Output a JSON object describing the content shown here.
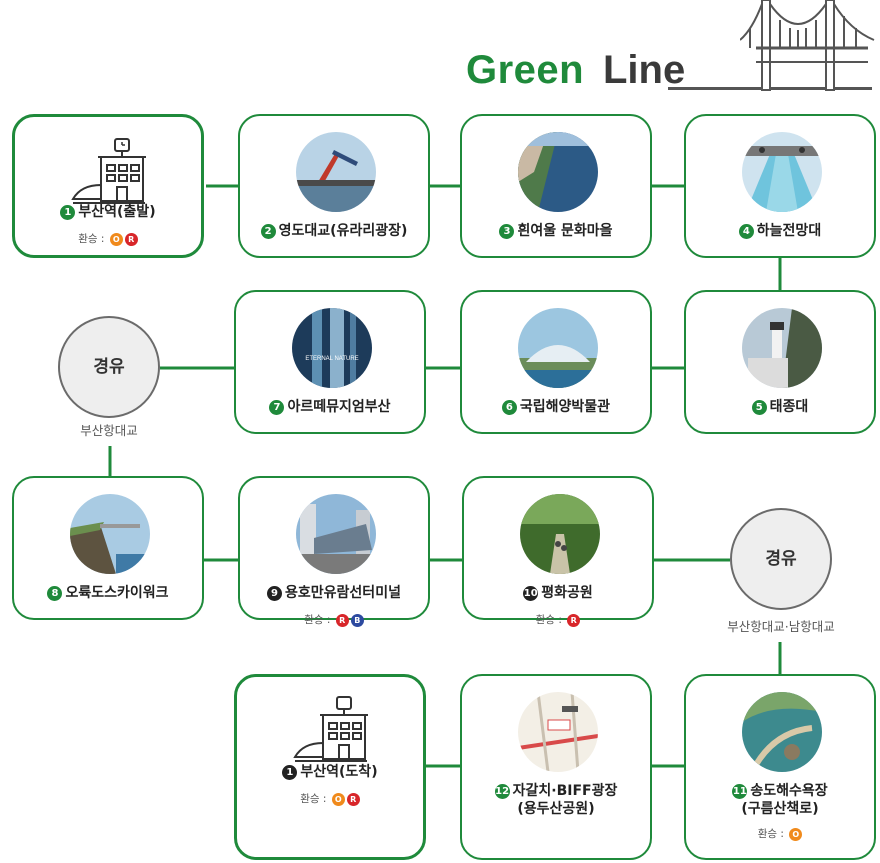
{
  "title": {
    "green": "Green",
    "line": "Line"
  },
  "colors": {
    "accent": "#1f8a3b",
    "orange_line": "#f08a1c",
    "red_line": "#d8262a",
    "blue_line": "#2d4aa0"
  },
  "stops": {
    "s1": {
      "num": "1",
      "name": "부산역(출발)",
      "transfer_label": "환승 :",
      "badges": [
        "O",
        "R"
      ],
      "icon": "train-station-icon"
    },
    "s2": {
      "num": "2",
      "name": "영도대교(유라리광장)",
      "icon": "bridge-photo"
    },
    "s3": {
      "num": "3",
      "name": "흰여울 문화마을",
      "icon": "coast-village-photo"
    },
    "s4": {
      "num": "4",
      "name": "하늘전망대",
      "icon": "skywalk-photo"
    },
    "s5": {
      "num": "5",
      "name": "태종대",
      "icon": "lighthouse-photo"
    },
    "s6": {
      "num": "6",
      "name": "국립해양박물관",
      "icon": "museum-photo"
    },
    "s7": {
      "num": "7",
      "name": "아르떼뮤지엄부산",
      "icon": "museum-art-photo",
      "photo_text": "ETERNAL NATURE"
    },
    "s8": {
      "num": "8",
      "name": "오륙도스카이워크",
      "icon": "cliff-skywalk-photo"
    },
    "s9": {
      "num": "9",
      "name": "용호만유람선터미널",
      "transfer_label": "환승 :",
      "badges": [
        "R",
        "B"
      ],
      "icon": "terminal-photo"
    },
    "s10": {
      "num": "10",
      "name": "평화공원",
      "transfer_label": "환승 :",
      "badges": [
        "R"
      ],
      "icon": "park-photo"
    },
    "s11": {
      "num": "11",
      "name": "송도해수욕장",
      "name2": "(구름산책로)",
      "transfer_label": "환승 :",
      "badges": [
        "O"
      ],
      "icon": "beach-walkway-photo"
    },
    "s12": {
      "num": "12",
      "name": "자갈치·BIFF광장",
      "name2": "(용두산공원)",
      "icon": "map-photo"
    },
    "s1b": {
      "num": "1",
      "name": "부산역(도착)",
      "transfer_label": "환승 :",
      "badges": [
        "O",
        "R"
      ],
      "icon": "train-station-icon"
    }
  },
  "via1": {
    "label": "경유",
    "caption": "부산항대교"
  },
  "via2": {
    "label": "경유",
    "caption": "부산항대교·남항대교"
  }
}
